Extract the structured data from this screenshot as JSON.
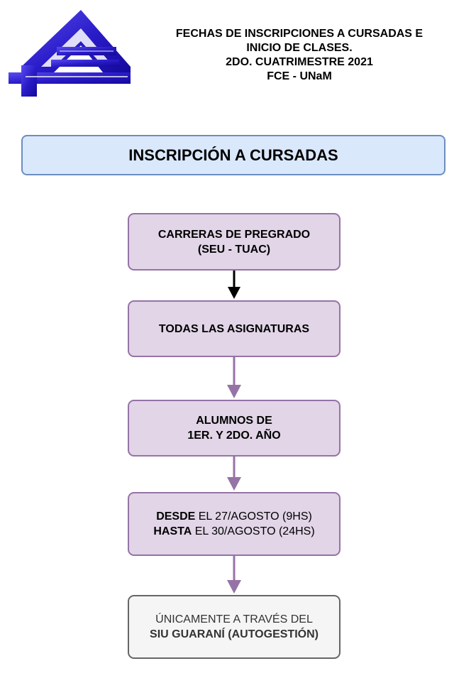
{
  "logo": {
    "icon": "fce-unam-logo-icon",
    "color": "#2a1cc8"
  },
  "header": {
    "lines": [
      "FECHAS DE INSCRIPCIONES A CURSADAS E",
      "INICIO DE CLASES.",
      "2DO. CUATRIMESTRE 2021",
      "FCE - UNaM"
    ]
  },
  "banner": {
    "title": "INSCRIPCIÓN A CURSADAS"
  },
  "nodes": {
    "careers": {
      "line1": "CARRERAS DE PREGRADO",
      "line2": "(SEU - TUAC)"
    },
    "subjects": {
      "line1": "TODAS LAS ASIGNATURAS"
    },
    "students": {
      "line1": "ALUMNOS DE",
      "line2": "1ER. Y 2DO. AÑO"
    },
    "dates": {
      "from_label": "DESDE",
      "from_value": " EL 27/AGOSTO (9HS)",
      "to_label": "HASTA",
      "to_value": " EL 30/AGOSTO (24HS)"
    },
    "channel": {
      "line1": "ÚNICAMENTE A TRAVÉS DEL",
      "line2": "SIU GUARANÍ (AUTOGESTIÓN)"
    }
  },
  "colors": {
    "banner_fill": "#dae8fc",
    "banner_border": "#6c8ebf",
    "node_fill": "#e1d5e7",
    "node_border": "#9673a6",
    "final_fill": "#f5f5f5",
    "final_border": "#666666",
    "arrow_purple": "#9673a6",
    "arrow_black": "#000000"
  }
}
